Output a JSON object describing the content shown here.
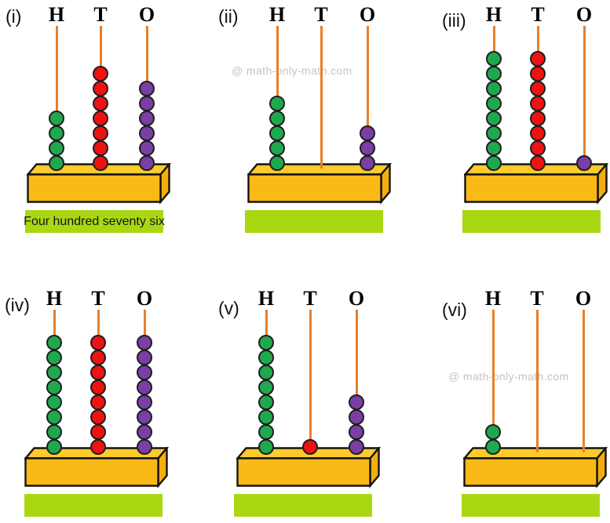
{
  "title": "Abacus place value worksheet",
  "columns": [
    "H",
    "T",
    "O"
  ],
  "watermark": {
    "text": "@ math-only-math.com",
    "color": "#c4c4c4"
  },
  "colors": {
    "hundreds_bead": "#1FA94E",
    "tens_bead": "#EF1212",
    "ones_bead": "#7A3EA5",
    "rod": "#E8802A",
    "base_front": "#FBB917",
    "base_top": "#FFCA2B",
    "base_side": "#F4AE0B",
    "outline": "#141414",
    "answer_bar": "#A9D813"
  },
  "abacuses": [
    {
      "label": "(i)",
      "beads": {
        "H": 4,
        "T": 7,
        "O": 6
      },
      "caption": "Four hundred seventy six"
    },
    {
      "label": "(ii)",
      "beads": {
        "H": 5,
        "T": 0,
        "O": 3
      },
      "caption": ""
    },
    {
      "label": "(iii)",
      "beads": {
        "H": 8,
        "T": 8,
        "O": 1
      },
      "caption": ""
    },
    {
      "label": "(iv)",
      "beads": {
        "H": 8,
        "T": 8,
        "O": 8
      },
      "caption": ""
    },
    {
      "label": "(v)",
      "beads": {
        "H": 8,
        "T": 1,
        "O": 4
      },
      "caption": ""
    },
    {
      "label": "(vi)",
      "beads": {
        "H": 2,
        "T": 0,
        "O": 0
      },
      "caption": ""
    }
  ]
}
